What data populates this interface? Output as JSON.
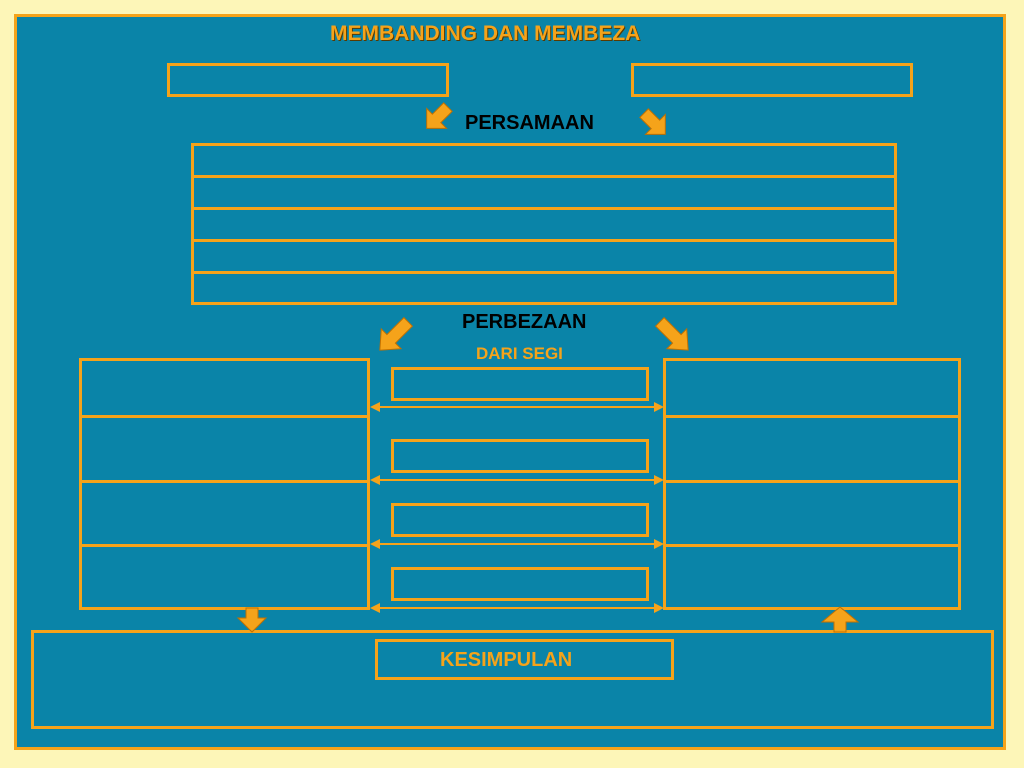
{
  "title": "MEMBANDING DAN MEMBEZA",
  "similarity_heading": "PERSAMAAN",
  "difference_heading": "PERBEZAAN",
  "aspect_heading": "DARI SEGI",
  "conclusion_heading": "KESIMPULAN",
  "colors": {
    "background": "#fdf6b8",
    "panel": "#0a84a8",
    "accent": "#f5a31a"
  }
}
